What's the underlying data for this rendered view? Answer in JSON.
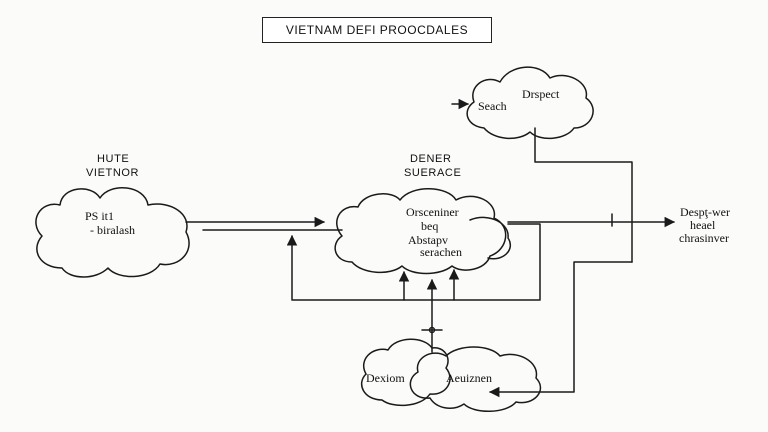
{
  "title": "VIETNAM DEFI PROOCDALES",
  "nodes": {
    "left": {
      "header1": "HUTE",
      "header2": "VIETNOR",
      "line1": "PS it1",
      "line2": "- biralash"
    },
    "center": {
      "header1": "DENER",
      "header2": "SUERACE",
      "line1": "Orsceniner",
      "line2": "beq",
      "line3": "Abstapv",
      "line4": "serachen"
    },
    "top_right": {
      "line1": "Drspect",
      "line2": "Seach"
    },
    "right": {
      "line1": "Despţ-wer",
      "line2": "heael",
      "line3": "chrasinver"
    },
    "bottom": {
      "left_label": "Dexiom",
      "right_label": "Aeuiznen"
    }
  },
  "colors": {
    "stroke": "#1a1a1a",
    "background": "#fbfbfa"
  }
}
